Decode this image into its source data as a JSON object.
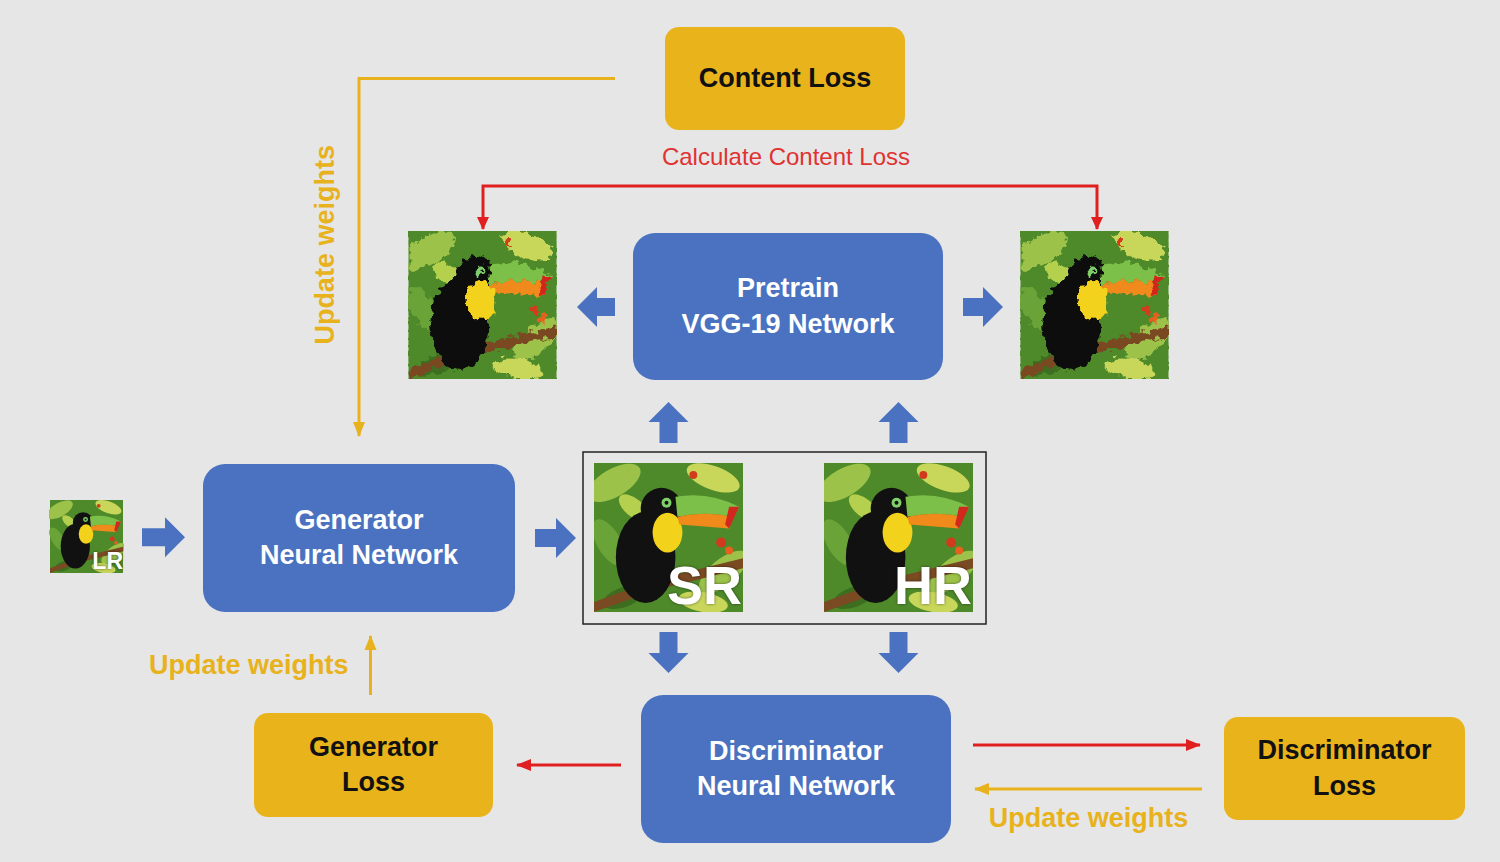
{
  "diagram": {
    "nodes": [
      {
        "text": [
          "Content Loss"
        ]
      },
      {
        "text": [
          "Pretrain VGG-19 Network"
        ]
      },
      {
        "text": [
          "LR"
        ]
      },
      {
        "text": [
          "Generator Neural Network"
        ]
      },
      {
        "text": [
          "SR"
        ]
      },
      {
        "text": [
          "HR"
        ]
      },
      {
        "text": [
          "Generator Loss"
        ]
      },
      {
        "text": [
          "Discriminator Neural Network"
        ]
      },
      {
        "text": [
          "Discriminator Loss"
        ]
      }
    ],
    "edges": [
      {
        "from": 0,
        "to": 3,
        "arrow": "to",
        "label": "Update weights"
      },
      {
        "from": 2,
        "to": 3,
        "arrow": "to"
      },
      {
        "from": 3,
        "to": 4,
        "arrow": "to"
      },
      {
        "from": 4,
        "to": 1,
        "arrow": "to"
      },
      {
        "from": 5,
        "to": 1,
        "arrow": "to"
      },
      {
        "from": 4,
        "to": 7,
        "arrow": "to"
      },
      {
        "from": 5,
        "to": 7,
        "arrow": "to"
      },
      {
        "from": 7,
        "to": 6,
        "arrow": "to"
      },
      {
        "from": 6,
        "to": 3,
        "arrow": "to",
        "label": "Update weights"
      },
      {
        "from": 7,
        "to": 8,
        "arrow": "to"
      },
      {
        "from": 8,
        "to": 7,
        "arrow": "to",
        "label": "Update weights"
      }
    ],
    "labels": [
      "Calculate Content Loss"
    ]
  }
}
